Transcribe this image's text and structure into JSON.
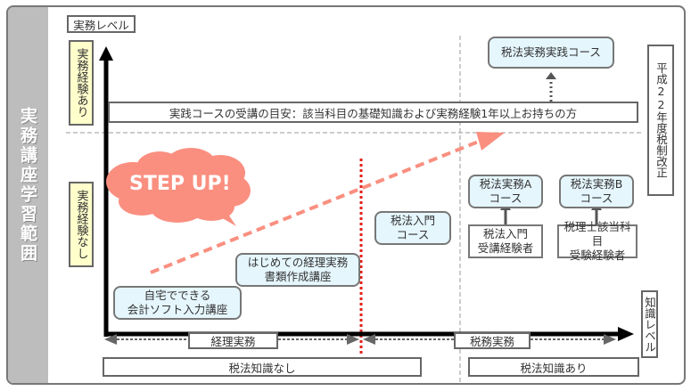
{
  "diagram": {
    "side_title": "実務講座学習範囲",
    "y_axis_label": "実務レベル",
    "x_axis_label": "知識レベル",
    "y_levels": [
      {
        "id": "experienced",
        "label": "実務経験あり"
      },
      {
        "id": "inexperienced",
        "label": "実務経験なし"
      }
    ],
    "tax_reform_label": "平成22年度税制改正",
    "practice_criteria": "実践コースの受講の目安：該当科目の基礎知識および実務経験1年以上お持ちの方",
    "step_up": "STEP UP!",
    "courses": [
      {
        "id": "home-software",
        "lines": [
          "自宅でできる",
          "会計ソフト入力講座"
        ]
      },
      {
        "id": "first-accounting",
        "lines": [
          "はじめての経理実務",
          "書類作成講座"
        ]
      },
      {
        "id": "tax-intro",
        "lines": [
          "税法入門",
          "コース"
        ]
      },
      {
        "id": "tax-practice-a",
        "lines": [
          "税法実務A",
          "コース"
        ]
      },
      {
        "id": "tax-practice-b",
        "lines": [
          "税法実務B",
          "コース"
        ]
      },
      {
        "id": "tax-practice-advanced",
        "lines": [
          "税法実務実践コース"
        ]
      }
    ],
    "prerequisites": [
      {
        "id": "prereq-a",
        "target": "tax-practice-a",
        "lines": [
          "税法入門",
          "受講経験者"
        ]
      },
      {
        "id": "prereq-b",
        "target": "tax-practice-b",
        "lines": [
          "税理士該当科目",
          "受験経験者"
        ]
      }
    ],
    "domains": [
      {
        "id": "accounting",
        "label": "経理実務"
      },
      {
        "id": "tax",
        "label": "税務実務"
      }
    ],
    "knowledge_bands": [
      {
        "id": "no-tax-knowledge",
        "label": "税法知識なし"
      },
      {
        "id": "tax-knowledge",
        "label": "税法知識あり"
      }
    ],
    "colors": {
      "course_fill": "#e5f6fd",
      "level_label_fill": "#ffffcc",
      "step_up": "#fa8f80",
      "divider_red": "#e0221b",
      "sidebar": "#bdbdbd"
    }
  }
}
